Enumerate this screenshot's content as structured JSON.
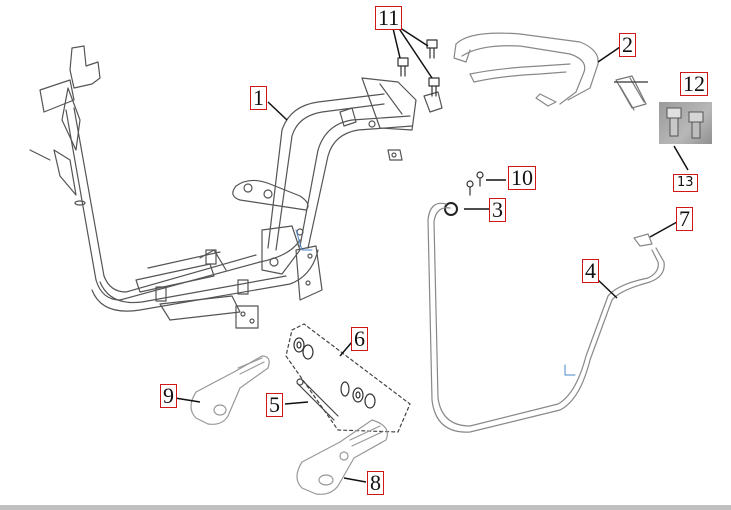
{
  "diagram": {
    "callouts": [
      {
        "id": "1",
        "label": "1",
        "part": "main-frame"
      },
      {
        "id": "2",
        "label": "2",
        "part": "rear-grab-rail"
      },
      {
        "id": "3",
        "label": "3",
        "part": "cable-grommet"
      },
      {
        "id": "4",
        "label": "4",
        "part": "cable-harness"
      },
      {
        "id": "5",
        "label": "5",
        "part": "footrest-pivot-shaft"
      },
      {
        "id": "6",
        "label": "6",
        "part": "washer-kit"
      },
      {
        "id": "7",
        "label": "7",
        "part": "cable-end-bracket"
      },
      {
        "id": "8",
        "label": "8",
        "part": "right-footrest"
      },
      {
        "id": "9",
        "label": "9",
        "part": "left-footrest"
      },
      {
        "id": "10",
        "label": "10",
        "part": "small-screws"
      },
      {
        "id": "11",
        "label": "11",
        "part": "mounting-bolts"
      },
      {
        "id": "12",
        "label": "12",
        "part": "clip-bracket"
      },
      {
        "id": "13",
        "label": "13",
        "part": "flange-bolts-photo"
      }
    ],
    "colors": {
      "callout_border": "#d01818",
      "line_art": "#555555",
      "leader": "#111111",
      "accent_blue": "#4a86c8",
      "bottom_bar": "#c0c0c0"
    }
  }
}
